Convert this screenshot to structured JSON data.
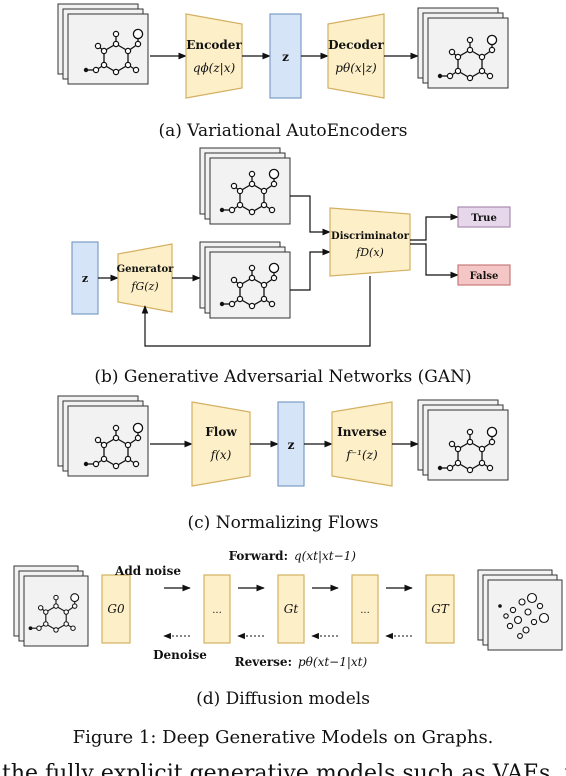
{
  "colors": {
    "yellow_fill": "#fdf0c8",
    "yellow_stroke": "#d4b062",
    "blue_fill": "#d5e4f7",
    "blue_stroke": "#7c9dc8",
    "purple_fill": "#e6d8ea",
    "purple_stroke": "#a98bb2",
    "red_fill": "#f5c6c6",
    "red_stroke": "#c97a7a",
    "paper_fill": "#f2f2f2",
    "paper_stroke": "#333333"
  },
  "vae": {
    "caption": "(a)  Variational AutoEncoders",
    "encoder": {
      "title": "Encoder",
      "formula": "qϕ(z|x)"
    },
    "latent": "z",
    "decoder": {
      "title": "Decoder",
      "formula": "pθ(x|z)"
    }
  },
  "gan": {
    "caption": "(b)  Generative Adversarial Networks (GAN)",
    "latent": "z",
    "generator": {
      "title": "Generator",
      "formula": "fG(z)"
    },
    "discriminator": {
      "title": "Discriminator",
      "formula": "fD(x)"
    },
    "true_label": "True",
    "false_label": "False"
  },
  "flow": {
    "caption": "(c)  Normalizing Flows",
    "flow": {
      "title": "Flow",
      "formula": "f(x)"
    },
    "latent": "z",
    "inverse": {
      "title": "Inverse",
      "formula": "f⁻¹(z)"
    }
  },
  "diffusion": {
    "caption": "(d)  Diffusion models",
    "add_noise": "Add noise",
    "denoise": "Denoise",
    "forward_label": "Forward:",
    "forward_formula": "q(xt|xt−1)",
    "reverse_label": "Reverse:",
    "reverse_formula": "pθ(xt−1|xt)",
    "states": [
      "G0",
      "...",
      "Gt",
      "...",
      "GT"
    ]
  },
  "figure_caption": "Figure 1: Deep Generative Models on Graphs.",
  "bottom_text": "the fully explicit generative models such as VAEs, it is to train on"
}
